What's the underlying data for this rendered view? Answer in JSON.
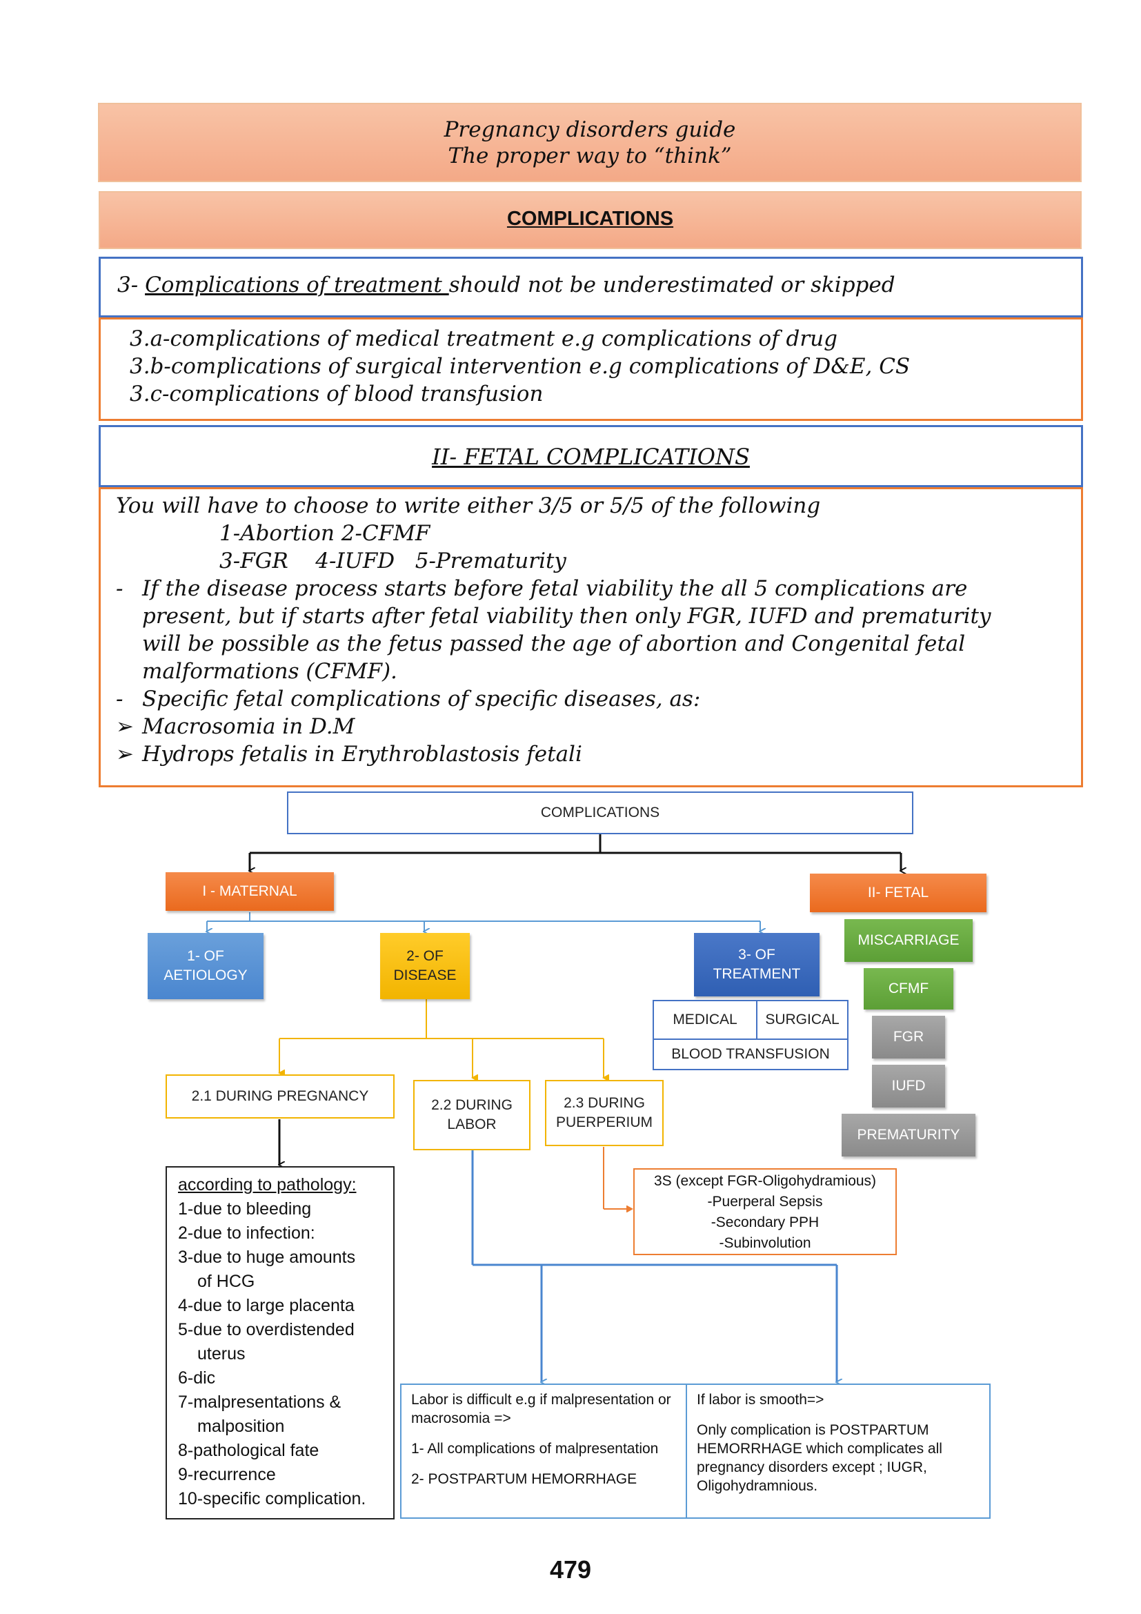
{
  "title_banner": {
    "line1": "Pregnancy disorders guide",
    "line2": "The proper way to “think”"
  },
  "complications_banner": "COMPLICATIONS",
  "treatment_header": {
    "prefix": "3- ",
    "underlined": "Complications of treatment ",
    "rest": "should not be underestimated or skipped"
  },
  "treatment_items": [
    "3.a-complications of medical treatment e.g complications of drug",
    "3.b-complications of surgical intervention e.g complications of D&E, CS",
    "3.c-complications of blood transfusion"
  ],
  "fetal_header": "II- FETAL COMPLICATIONS",
  "fetal_body": {
    "intro": "You will have to choose to write either 3/5 or 5/5 of the following",
    "list_line1": "1-Abortion 2-CFMF",
    "list_line2": "3-FGR    4-IUFD   5-Prematurity",
    "dash1": "-",
    "para_lines": [
      "If the disease process starts before fetal viability the all 5 complications are",
      "present, but if starts after fetal viability then only FGR, IUFD and prematurity",
      "will be possible as the fetus passed the age of abortion and Congenital fetal",
      "malformations (CFMF)."
    ],
    "dash2": "-",
    "specific": "Specific fetal complications of specific diseases, as:",
    "bullet_glyph": "➢",
    "bullets": [
      "Macrosomia in D.M",
      "Hydrops fetalis in Erythroblastosis fetali"
    ]
  },
  "diagram": {
    "root": "COMPLICATIONS",
    "maternal": "I - MATERNAL",
    "fetal": "II- FETAL",
    "of_aetiology": [
      "1- OF",
      "AETIOLOGY"
    ],
    "of_disease": [
      "2- OF",
      "DISEASE"
    ],
    "of_treatment": [
      "3- OF",
      "TREATMENT"
    ],
    "medical": "MEDICAL",
    "surgical": "SURGICAL",
    "blood_transfusion": "BLOOD TRANSFUSION",
    "fetal_items": [
      "MISCARRIAGE",
      "CFMF",
      "FGR",
      "IUFD",
      "PREMATURITY"
    ],
    "during_pregnancy": "2.1 DURING PREGNANCY",
    "during_labor": [
      "2.2 DURING",
      "LABOR"
    ],
    "during_puerperium": [
      "2.3 DURING",
      "PUERPERIUM"
    ],
    "pathology": {
      "header": "according to pathology:",
      "items": [
        "1-due to bleeding",
        "2-due to infection:",
        "3-due to huge amounts",
        "of HCG",
        "4-due to large placenta",
        "5-due to overdistended",
        "uterus",
        "6-dic",
        "7-malpresentations &",
        "malposition",
        "8-pathological fate",
        "9-recurrence",
        "10-specific complication."
      ]
    },
    "puerperium_box": [
      "3S (except FGR-Oligohydramious)",
      "-Puerperal Sepsis",
      "-Secondary PPH",
      "-Subinvolution"
    ],
    "labor_difficult": [
      "Labor is difficult e.g if malpresentation or macrosomia =>",
      "1- All complications of malpresentation",
      "2- POSTPARTUM HEMORRHAGE"
    ],
    "labor_smooth": [
      "If labor is smooth=>",
      "Only complication is POSTPARTUM HEMORRHAGE which complicates all pregnancy disorders except ; IUGR, Oligohydramnious."
    ]
  },
  "page_number": "479",
  "colors": {
    "banner": "#f4a987",
    "blue": "#4472c4",
    "orange": "#ed7d31",
    "yellow": "#f2b400",
    "green": "#5c9f36",
    "gray": "#8a8a8a"
  }
}
